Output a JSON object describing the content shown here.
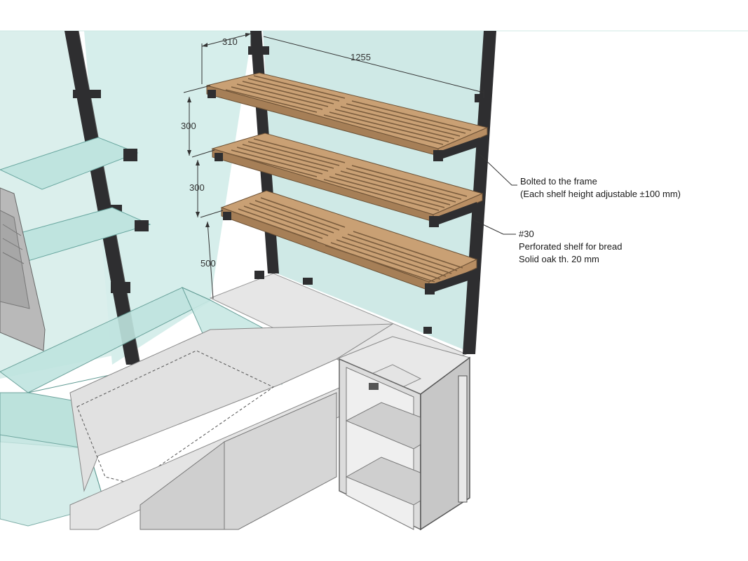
{
  "dimensions": {
    "depth": "310",
    "width": "1255",
    "gap_top": "300",
    "gap_middle": "300",
    "gap_bottom": "500"
  },
  "annotations": {
    "bolted_line1": "Bolted to the frame",
    "bolted_line2": "(Each shelf height adjustable ±100 mm)",
    "shelf_id": "#30",
    "shelf_line1": "Perforated shelf for bread",
    "shelf_line2": "Solid oak th. 20 mm"
  },
  "colors": {
    "glass": "#cfe9e6",
    "glass_edge": "#7fbfb8",
    "frame": "#2e2e30",
    "oak": "#c9a074",
    "oak_dark": "#8a6a48",
    "marble": "#e4e4e4",
    "cabinet": "#d5d5d5"
  }
}
